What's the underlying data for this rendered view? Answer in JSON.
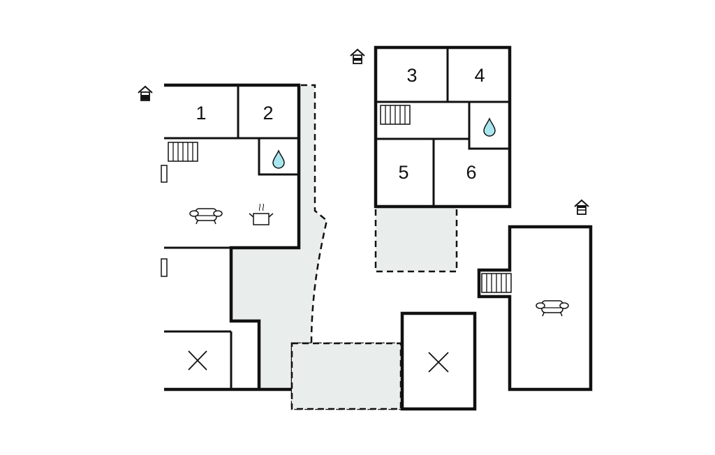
{
  "rooms": [
    {
      "label": "1"
    },
    {
      "label": "2"
    },
    {
      "label": "3"
    },
    {
      "label": "4"
    },
    {
      "label": "5"
    },
    {
      "label": "6"
    }
  ],
  "icons": [
    "house-level-icon",
    "stairs-icon",
    "water-drop-icon",
    "sofa-icon",
    "cooking-pot-icon",
    "cross-mark-icon"
  ],
  "colors": {
    "wall": "#111111",
    "terrace": "#e9edec",
    "water": "#a8e6ef"
  }
}
